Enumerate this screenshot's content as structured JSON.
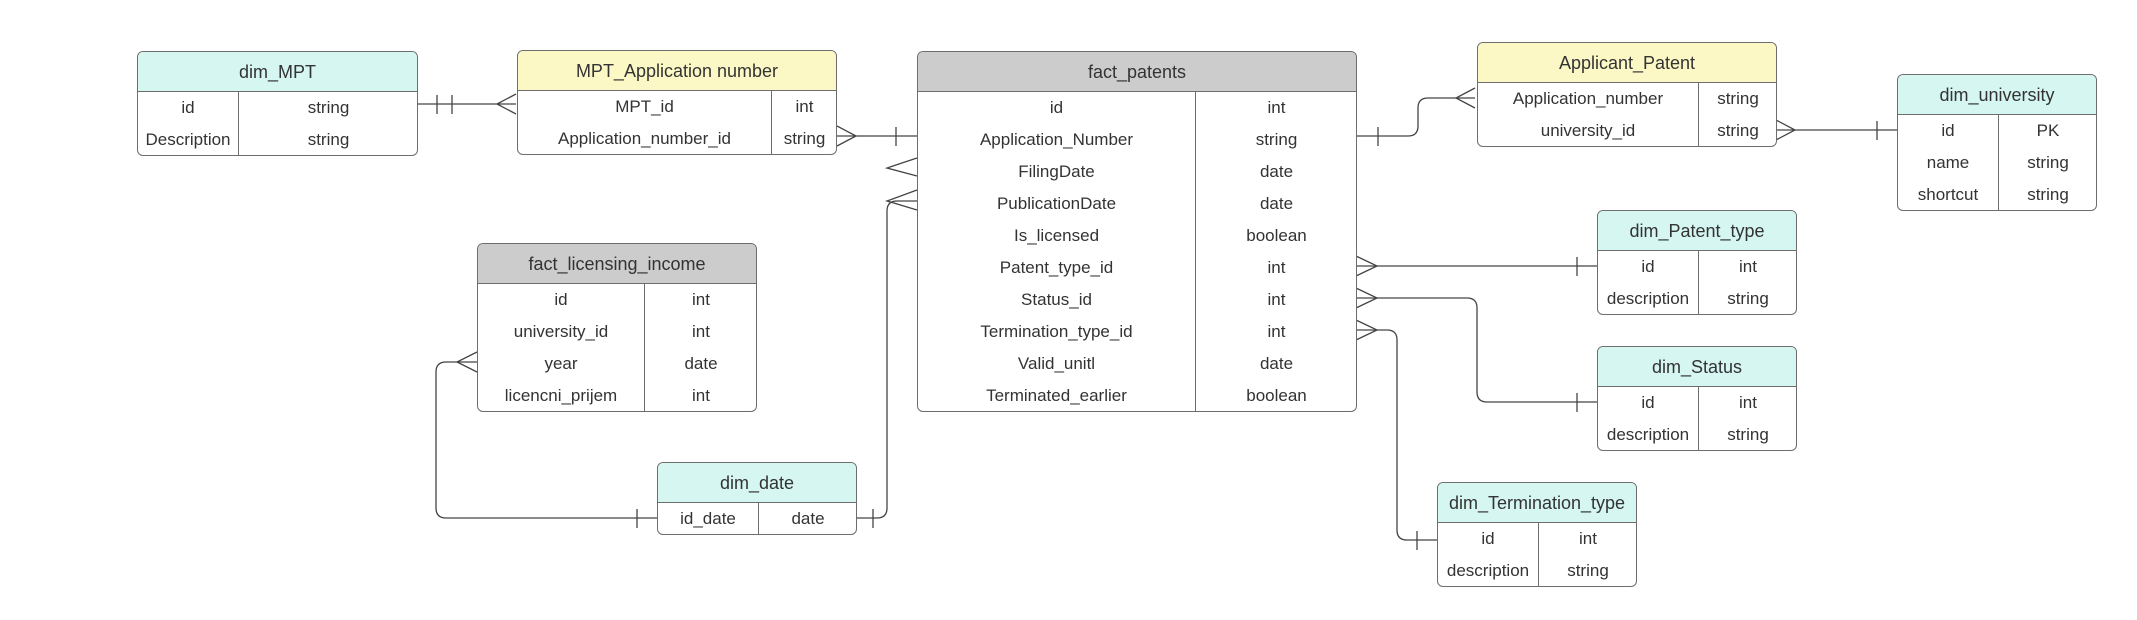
{
  "diagram": {
    "entities": [
      {
        "id": "dim_mpt",
        "title": "dim_MPT",
        "color": "#d5f6f1",
        "rows": [
          [
            "id",
            "string"
          ],
          [
            "Description",
            "string"
          ]
        ]
      },
      {
        "id": "mpt_application_number",
        "title": "MPT_Application number",
        "color": "#fbf8c6",
        "rows": [
          [
            "MPT_id",
            "int"
          ],
          [
            "Application_number_id",
            "string"
          ]
        ]
      },
      {
        "id": "fact_patents",
        "title": "fact_patents",
        "color": "#cccccc",
        "rows": [
          [
            "id",
            "int"
          ],
          [
            "Application_Number",
            "string"
          ],
          [
            "FilingDate",
            "date"
          ],
          [
            "PublicationDate",
            "date"
          ],
          [
            "Is_licensed",
            "boolean"
          ],
          [
            "Patent_type_id",
            "int"
          ],
          [
            "Status_id",
            "int"
          ],
          [
            "Termination_type_id",
            "int"
          ],
          [
            "Valid_unitl",
            "date"
          ],
          [
            "Terminated_earlier",
            "boolean"
          ]
        ]
      },
      {
        "id": "applicant_patent",
        "title": "Applicant_Patent",
        "color": "#fbf8c6",
        "rows": [
          [
            "Application_number",
            "string"
          ],
          [
            "university_id",
            "string"
          ]
        ]
      },
      {
        "id": "dim_university",
        "title": "dim_university",
        "color": "#d5f6f1",
        "rows": [
          [
            "id",
            "PK"
          ],
          [
            "name",
            "string"
          ],
          [
            "shortcut",
            "string"
          ]
        ]
      },
      {
        "id": "fact_licensing_income",
        "title": "fact_licensing_income",
        "color": "#cccccc",
        "rows": [
          [
            "id",
            "int"
          ],
          [
            "university_id",
            "int"
          ],
          [
            "year",
            "date"
          ],
          [
            "licencni_prijem",
            "int"
          ]
        ]
      },
      {
        "id": "dim_date",
        "title": "dim_date",
        "color": "#d5f6f1",
        "rows": [
          [
            "id_date",
            "date"
          ]
        ]
      },
      {
        "id": "dim_patent_type",
        "title": "dim_Patent_type",
        "color": "#d5f6f1",
        "rows": [
          [
            "id",
            "int"
          ],
          [
            "description",
            "string"
          ]
        ]
      },
      {
        "id": "dim_status",
        "title": "dim_Status",
        "color": "#d5f6f1",
        "rows": [
          [
            "id",
            "int"
          ],
          [
            "description",
            "string"
          ]
        ]
      },
      {
        "id": "dim_termination_type",
        "title": "dim_Termination_type",
        "color": "#d5f6f1",
        "rows": [
          [
            "id",
            "int"
          ],
          [
            "description",
            "string"
          ]
        ]
      }
    ],
    "relationships": [
      {
        "from": "dim_mpt",
        "to": "mpt_application_number",
        "from_end": "one",
        "to_end": "many"
      },
      {
        "from": "fact_patents",
        "to": "mpt_application_number",
        "from_end": "one",
        "to_end": "many"
      },
      {
        "from": "fact_patents",
        "to": "applicant_patent",
        "from_end": "one",
        "to_end": "many"
      },
      {
        "from": "dim_university",
        "to": "applicant_patent",
        "from_end": "one",
        "to_end": "many"
      },
      {
        "from": "dim_patent_type",
        "to": "fact_patents",
        "from_end": "one",
        "to_end": "many"
      },
      {
        "from": "dim_status",
        "to": "fact_patents",
        "from_end": "one",
        "to_end": "many"
      },
      {
        "from": "dim_termination_type",
        "to": "fact_patents",
        "from_end": "one",
        "to_end": "many"
      },
      {
        "from": "dim_date",
        "to": "fact_patents",
        "from_end": "one",
        "to_end": "many"
      },
      {
        "from": "dim_date",
        "to": "fact_licensing_income",
        "from_end": "one",
        "to_end": "many"
      }
    ]
  }
}
